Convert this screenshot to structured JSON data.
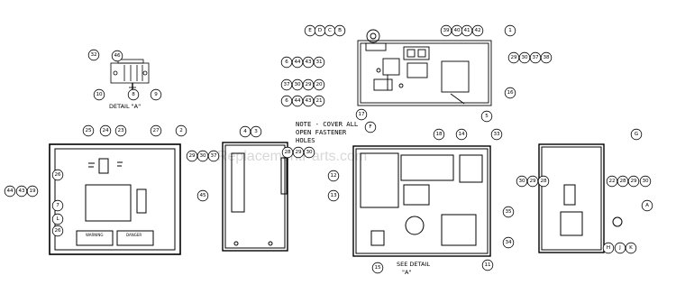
{
  "watermark": "eReplacementParts.com",
  "note": [
    "NOTE - COVER ALL",
    "OPEN FASTENER",
    "HOLES"
  ],
  "detail_caption": "DETAIL \"A\"",
  "see_detail": [
    "SEE DETAIL",
    "\"A\""
  ],
  "detail_callouts": [
    "32",
    "46",
    "10",
    "8",
    "9"
  ],
  "top_left_callouts": [
    "E",
    "D",
    "C",
    "B"
  ],
  "top_callouts": [
    "39",
    "40",
    "41",
    "42",
    "1",
    "29",
    "30",
    "37",
    "38",
    "6",
    "44",
    "43",
    "31",
    "37",
    "30",
    "29",
    "20",
    "6",
    "44",
    "43",
    "21",
    "16",
    "17",
    "F",
    "5"
  ],
  "front_callouts": [
    "25",
    "24",
    "23",
    "27",
    "2",
    "26",
    "29",
    "30",
    "37",
    "44",
    "43",
    "19",
    "7",
    "45",
    "L",
    "26"
  ],
  "side_callouts": [
    "4",
    "3",
    "28",
    "29",
    "30"
  ],
  "interior_callouts": [
    "18",
    "14",
    "33",
    "12",
    "13",
    "35",
    "34",
    "15",
    "11"
  ],
  "right_callouts": [
    "G",
    "30",
    "29",
    "28",
    "22",
    "28",
    "29",
    "30",
    "A",
    "H",
    "J",
    "K"
  ],
  "labels": {
    "warning": "WARNING",
    "danger": "DANGER"
  }
}
